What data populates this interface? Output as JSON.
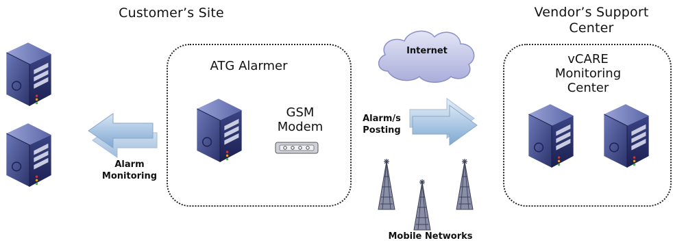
{
  "headings": {
    "customer_site": "Customer’s Site",
    "vendor_support_line1": "Vendor’s Support",
    "vendor_support_line2": "Center"
  },
  "atg_box": {
    "title": "ATG Alarmer",
    "modem_line1": "GSM",
    "modem_line2": "Modem"
  },
  "vcare_box": {
    "title_line1": "vCARE",
    "title_line2": "Monitoring",
    "title_line3": "Center"
  },
  "cloud": {
    "label": "Internet"
  },
  "arrows": {
    "left_label_line1": "Alarm",
    "left_label_line2": "Monitoring",
    "right_label_line1": "Alarm/s",
    "right_label_line2": "Posting"
  },
  "towers": {
    "label": "Mobile Networks"
  },
  "icons": {
    "server": "server-icon",
    "modem": "modem-icon",
    "cloud": "cloud-icon",
    "arrow": "arrow-icon",
    "tower": "tower-icon"
  },
  "colors": {
    "server_top": "#5d6aa8",
    "server_side": "#2a3068",
    "arrow_fill": "#8fb3d9",
    "cloud_fill": "#c9cce8"
  }
}
